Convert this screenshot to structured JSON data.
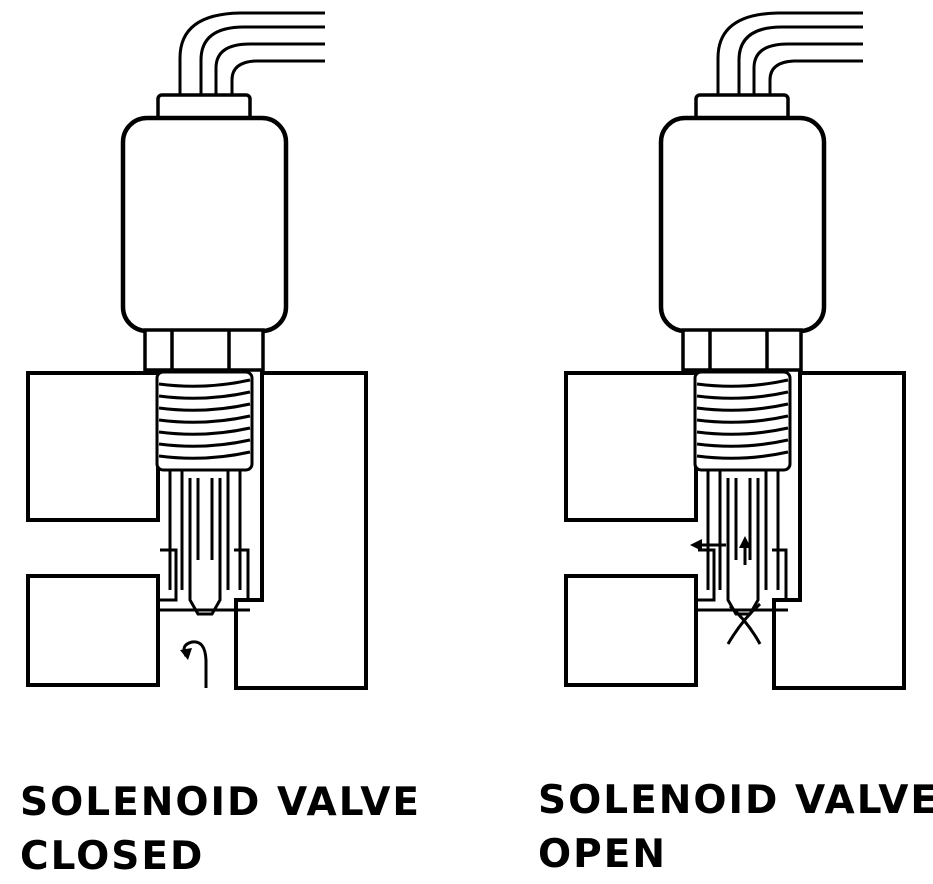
{
  "diagram": {
    "left_caption": {
      "line1": "SOLENOID VALVE",
      "line2": "CLOSED"
    },
    "right_caption": {
      "line1": "SOLENOID VALVE",
      "line2": "OPEN"
    }
  },
  "colors": {
    "ink": "#000000",
    "paper": "#ffffff"
  },
  "states": [
    "closed",
    "open"
  ]
}
